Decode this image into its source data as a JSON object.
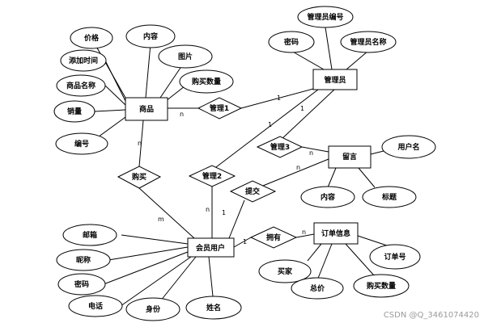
{
  "entities": {
    "product": "商品",
    "admin": "管理员",
    "message": "留言",
    "member": "会员用户",
    "order": "订单信息"
  },
  "relations": {
    "manage1": "管理1",
    "manage2": "管理2",
    "manage3": "管理3",
    "buy": "购买",
    "submit": "提交",
    "own": "拥有"
  },
  "attributes": {
    "product_price": "价格",
    "product_content": "内容",
    "product_added_time": "添加时间",
    "product_image": "图片",
    "product_name": "商品名称",
    "product_quantity": "购买数量",
    "product_sales": "销量",
    "product_id": "编号",
    "admin_id": "管理员编号",
    "admin_password": "密码",
    "admin_name": "管理员名称",
    "message_user": "用户名",
    "message_content": "内容",
    "message_title": "标题",
    "member_email": "邮箱",
    "member_nickname": "昵称",
    "member_password": "密码",
    "member_phone": "电话",
    "member_identity": "身份",
    "member_name": "姓名",
    "order_buyer": "买家",
    "order_no": "订单号",
    "order_total": "总价",
    "order_quantity": "购买数量"
  },
  "cardinality": {
    "product_manage1": "n",
    "admin_manage1": "1",
    "admin_manage2": "1",
    "member_manage2": "n",
    "admin_manage3": "1",
    "message_manage3": "n",
    "product_buy": "n",
    "member_buy": "m",
    "member_submit": "1",
    "message_submit": "n",
    "member_own": "1",
    "order_own": "n"
  },
  "watermark": "CSDN @Q_3461074420"
}
